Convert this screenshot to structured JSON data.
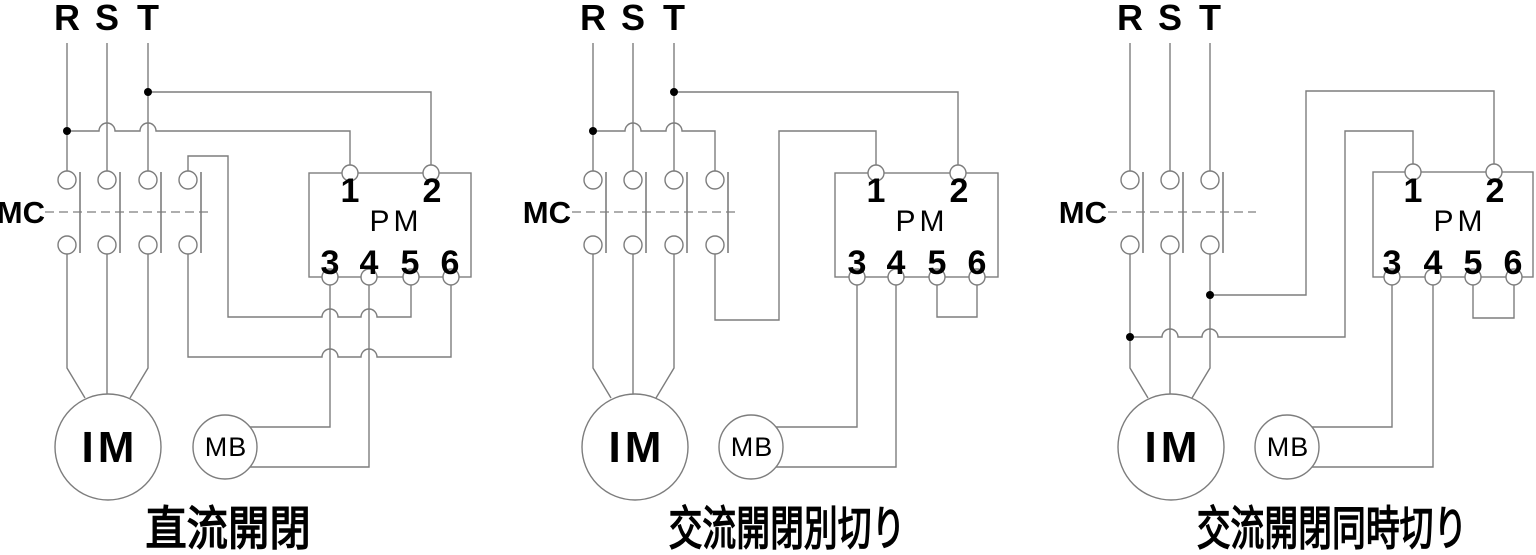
{
  "colors": {
    "background": "#ffffff",
    "wire": "#7d7d7d",
    "text": "#000000"
  },
  "diagrams": [
    {
      "caption": "直流開閉",
      "phases": [
        "R",
        "S",
        "T"
      ],
      "contactor_label": "MC",
      "pm_box": {
        "label": "PM",
        "top_terminals": [
          "1",
          "2"
        ],
        "bottom_terminals": [
          "3",
          "4",
          "5",
          "6"
        ]
      },
      "motor_label": "IM",
      "brake_label": "MB"
    },
    {
      "caption": "交流開閉別切り",
      "phases": [
        "R",
        "S",
        "T"
      ],
      "contactor_label": "MC",
      "pm_box": {
        "label": "PM",
        "top_terminals": [
          "1",
          "2"
        ],
        "bottom_terminals": [
          "3",
          "4",
          "5",
          "6"
        ]
      },
      "motor_label": "IM",
      "brake_label": "MB"
    },
    {
      "caption": "交流開閉同時切り",
      "phases": [
        "R",
        "S",
        "T"
      ],
      "contactor_label": "MC",
      "pm_box": {
        "label": "PM",
        "top_terminals": [
          "1",
          "2"
        ],
        "bottom_terminals": [
          "3",
          "4",
          "5",
          "6"
        ]
      },
      "motor_label": "IM",
      "brake_label": "MB"
    }
  ]
}
